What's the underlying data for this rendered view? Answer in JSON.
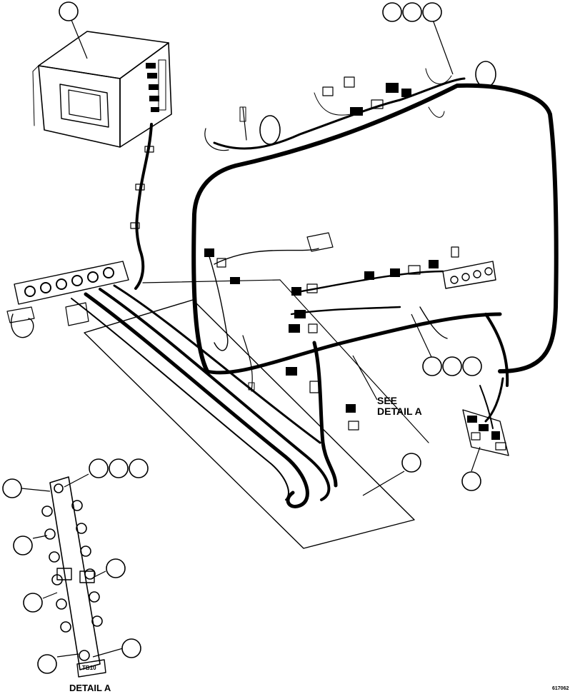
{
  "annotations": {
    "see_detail": "SEE\nDETAIL A",
    "detail_title": "DETAIL A",
    "drawing_number": "617062",
    "strip_tag": "TB10"
  },
  "callouts": {
    "display_unit": "",
    "upper_right_group": [
      "",
      "",
      ""
    ],
    "harness_group": [
      "",
      "",
      ""
    ],
    "floor_mat": "",
    "relay_block": "",
    "strip_top_left": "",
    "strip_top_group": [
      "",
      "",
      ""
    ],
    "strip_left_mid": "",
    "strip_right_mid": "",
    "strip_left_low": "",
    "strip_bottom_left": "",
    "strip_bottom_right": ""
  }
}
